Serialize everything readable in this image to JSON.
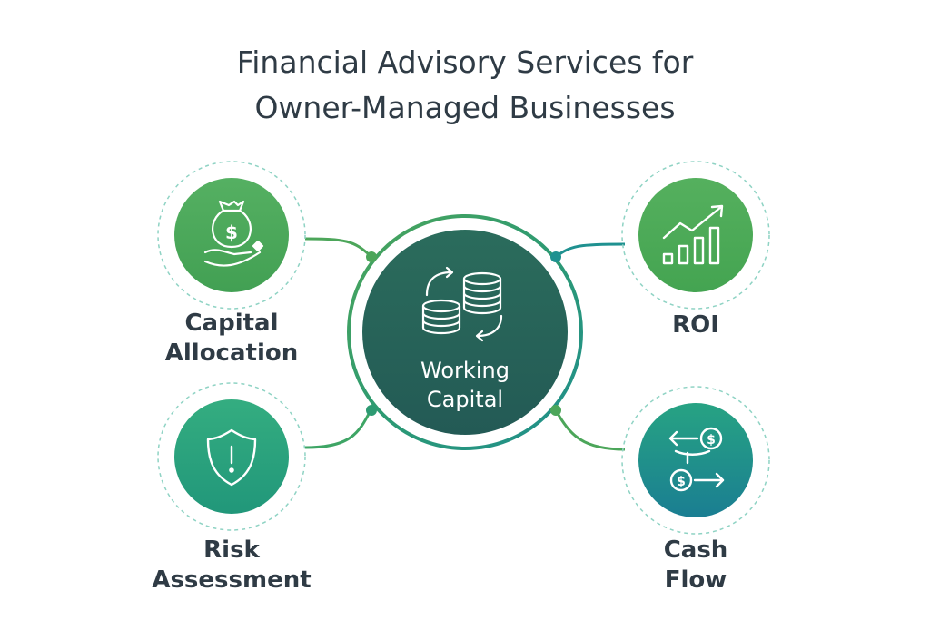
{
  "title": {
    "line1": "Financial Advisory Services for",
    "line2": "Owner-Managed Businesses"
  },
  "center": {
    "line1": "Working",
    "line2": "Capital",
    "icon": "coins-exchange-icon",
    "color": "#2a6658"
  },
  "nodes": {
    "capital_allocation": {
      "line1": "Capital",
      "line2": "Allocation",
      "icon": "money-bag-hand-icon",
      "color": "#4ca65a"
    },
    "roi": {
      "line1": "ROI",
      "icon": "growth-chart-icon",
      "color": "#4caa55"
    },
    "risk_assessment": {
      "line1": "Risk",
      "line2": "Assessment",
      "icon": "shield-alert-icon",
      "color": "#2aa37e"
    },
    "cash_flow": {
      "line1": "Cash",
      "line2": "Flow",
      "icon": "cash-transfer-icon",
      "color": "#1c8a8c"
    }
  },
  "colors": {
    "text": "#2f3b45",
    "green": "#4ca65a",
    "teal": "#1f9190",
    "dashed_ring": "#8fd3c4"
  }
}
